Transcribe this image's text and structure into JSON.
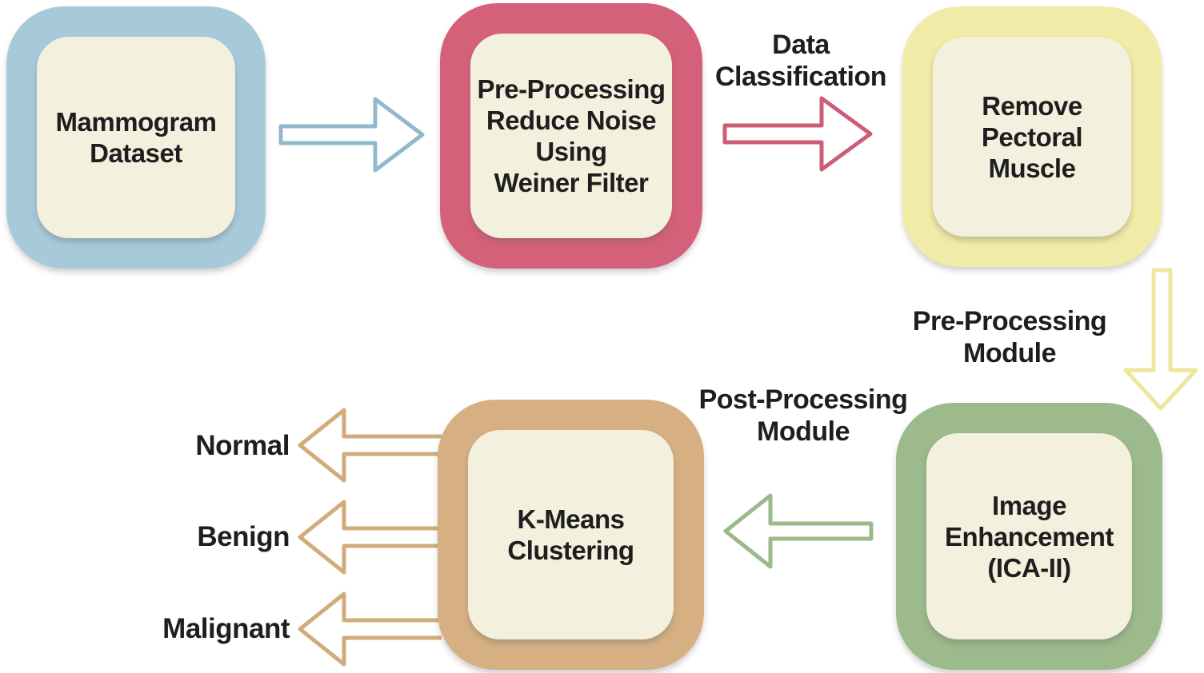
{
  "colors": {
    "background": "#ffffff",
    "text": "#1e1e1e",
    "box_inner_fill": "#f3f0de",
    "blue_border": "#a6cada",
    "blue_arrow": "#92b8cb",
    "pink_border": "#d5607a",
    "pink_arrow": "#cf5c76",
    "yellow_border": "#f0eba6",
    "yellow_arrow": "#ece79d",
    "green_border": "#9cba8b",
    "green_arrow": "#9cb98b",
    "tan_border": "#d6b083",
    "tan_arrow": "#d2ab7b"
  },
  "boxes": [
    {
      "name": "mammogram-dataset",
      "label": "Mammogram\nDataset",
      "border_color": "#a6cada"
    },
    {
      "name": "pre-processing-reduce-noise",
      "label": "Pre-Processing\nReduce Noise\nUsing\nWeiner Filter",
      "border_color": "#d5607a"
    },
    {
      "name": "remove-pectoral-muscle",
      "label": "Remove\nPectoral\nMuscle",
      "border_color": "#f0eba6"
    },
    {
      "name": "image-enhancement-ica-ii",
      "label": "Image\nEnhancement\n(ICA-II)",
      "border_color": "#9cba8b"
    },
    {
      "name": "k-means-clustering",
      "label": "K-Means\nClustering",
      "border_color": "#d6b083"
    }
  ],
  "arrow_labels": {
    "data_classification": "Data\nClassification",
    "pre_processing_module": "Pre-Processing\nModule",
    "post_processing_module": "Post-Processing\nModule"
  },
  "outputs": [
    {
      "label": "Normal"
    },
    {
      "label": "Benign"
    },
    {
      "label": "Malignant"
    }
  ]
}
